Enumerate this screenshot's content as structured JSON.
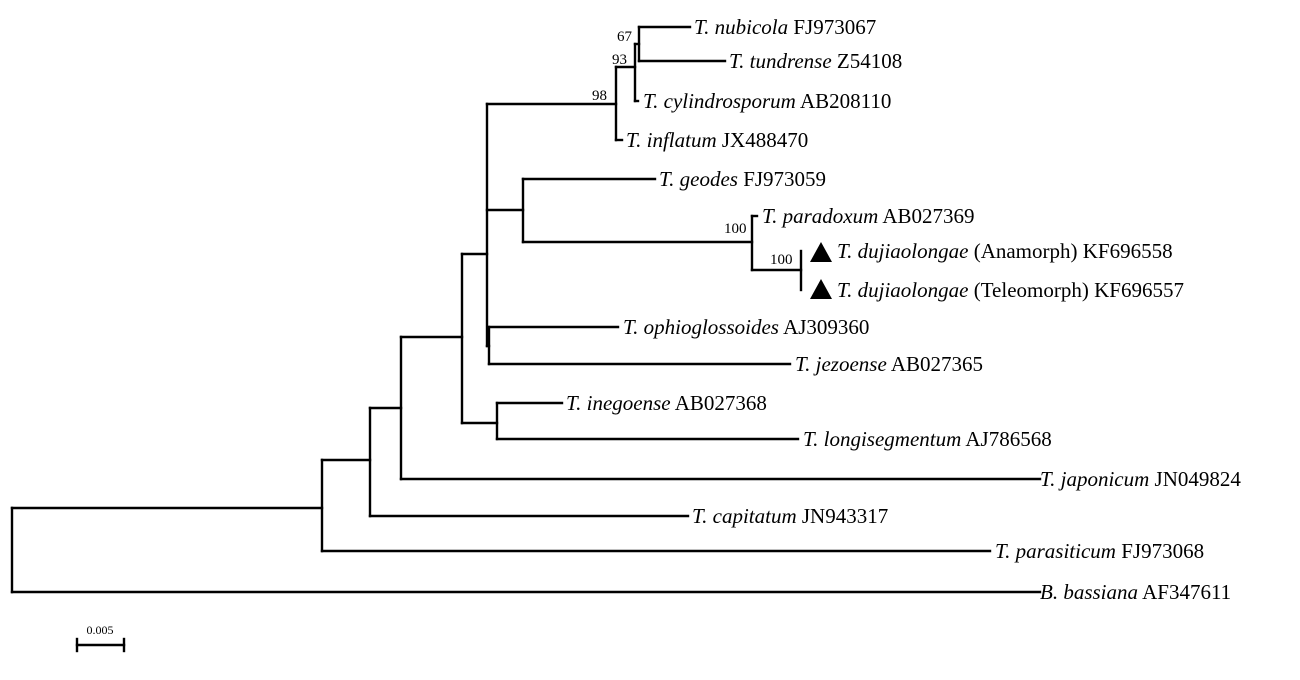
{
  "tree": {
    "bootstrap": [
      "67",
      "93",
      "98",
      "100",
      "100"
    ],
    "scale_bar": "0.005",
    "taxa": [
      {
        "genus": "T. nubicola",
        "accession": "FJ973067"
      },
      {
        "genus": "T. tundrense",
        "accession": "Z54108"
      },
      {
        "genus": "T. cylindrosporum",
        "accession": "AB208110"
      },
      {
        "genus": "T. inflatum",
        "accession": "JX488470"
      },
      {
        "genus": "T. geodes",
        "accession": "FJ973059"
      },
      {
        "genus": "T. paradoxum",
        "accession": "AB027369"
      },
      {
        "genus": "T. dujiaolongae",
        "accession": "(Anamorph) KF696558",
        "marker": "triangle-icon"
      },
      {
        "genus": "T. dujiaolongae",
        "accession": "(Teleomorph) KF696557",
        "marker": "triangle-icon"
      },
      {
        "genus": "T. ophioglossoides",
        "accession": "AJ309360"
      },
      {
        "genus": "T. jezoense",
        "accession": "AB027365"
      },
      {
        "genus": "T. inegoense",
        "accession": "AB027368"
      },
      {
        "genus": "T. longisegmentum",
        "accession": "AJ786568"
      },
      {
        "genus": "T. japonicum",
        "accession": "JN049824"
      },
      {
        "genus": "T. capitatum",
        "accession": "JN943317"
      },
      {
        "genus": "T. parasiticum",
        "accession": "FJ973068"
      },
      {
        "genus": "B. bassiana",
        "accession": "AF347611"
      }
    ]
  }
}
